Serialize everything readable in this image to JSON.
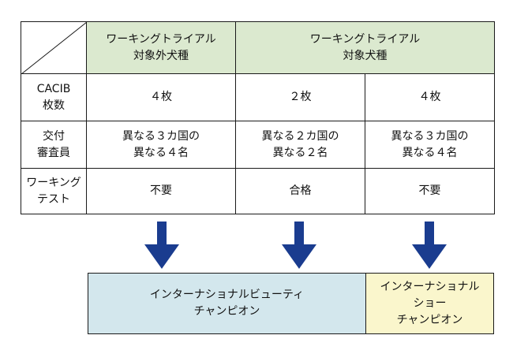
{
  "table": {
    "header": {
      "non_target": [
        "ワーキングトライアル",
        "対象外犬種"
      ],
      "target": [
        "ワーキングトライアル",
        "対象犬種"
      ]
    },
    "rows": [
      {
        "label": [
          "CACIB",
          "枚数"
        ],
        "cells": [
          "４枚",
          "２枚",
          "４枚"
        ]
      },
      {
        "label": [
          "交付",
          "審査員"
        ],
        "cells": [
          [
            "異なる３カ国の",
            "異なる４名"
          ],
          [
            "異なる２カ国の",
            "異なる２名"
          ],
          [
            "異なる３カ国の",
            "異なる４名"
          ]
        ]
      },
      {
        "label": [
          "ワーキング",
          "テスト"
        ],
        "cells": [
          "不要",
          "合格",
          "不要"
        ]
      }
    ]
  },
  "outcomes": {
    "beauty": [
      "インターナショナルビューティ",
      "チャンピオン"
    ],
    "show": [
      "インターナショナル",
      "ショー",
      "チャンピオン"
    ]
  },
  "colors": {
    "header_bg": "#dbe9cf",
    "arrow": "#1a3c8f",
    "beauty_bg": "#d3e7ed",
    "show_bg": "#faf6cc"
  }
}
